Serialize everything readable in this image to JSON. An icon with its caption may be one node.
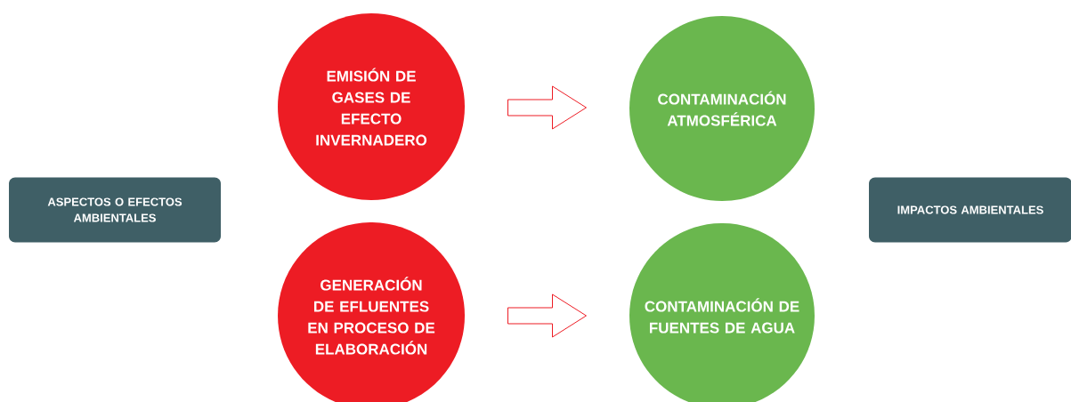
{
  "diagram": {
    "nodes": [
      {
        "text": [
          "ASPECTOS O EFECTOS AMBIENTALES"
        ]
      },
      {
        "text": [
          "EMISIÓN DE GASES DE EFECTO INVERNADERO"
        ]
      },
      {
        "text": [
          "GENERACIÓN DE EFLUENTES EN PROCESO DE ELABORACIÓN"
        ]
      },
      {
        "text": [
          "CONTAMINACIÓN ATMOSFÉRICA"
        ]
      },
      {
        "text": [
          "CONTAMINACIÓN DE FUENTES DE AGUA"
        ]
      },
      {
        "text": [
          "IMPACTOS AMBIENTALES"
        ]
      }
    ],
    "edges": [
      {
        "from": 1,
        "to": 3,
        "arrow": "to"
      },
      {
        "from": 2,
        "to": 4,
        "arrow": "to"
      }
    ]
  }
}
